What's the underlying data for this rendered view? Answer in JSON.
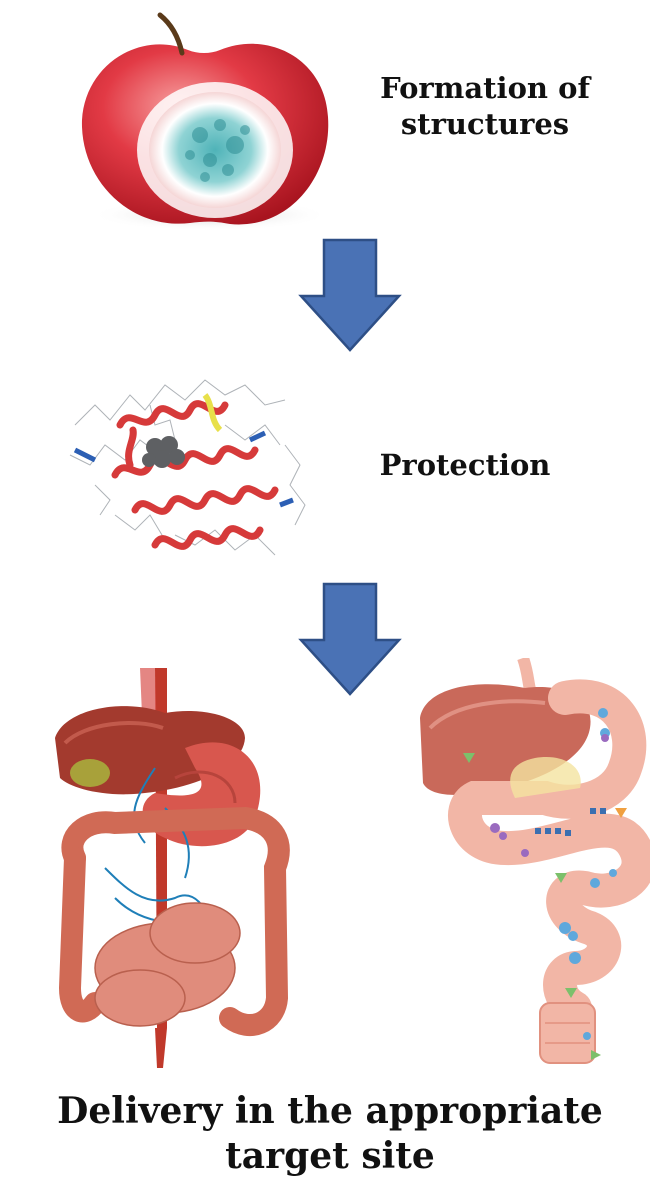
{
  "labels": {
    "formation": "Formation of structures",
    "protection": "Protection",
    "delivery": "Delivery in the appropriate target site"
  },
  "icons": {
    "step1": "apple-capsule-icon",
    "step2": "protein-ribbon-icon",
    "step3a": "digestive-system-icon",
    "step3b": "gut-target-site-icon",
    "arrow": "down-arrow-icon"
  },
  "colors": {
    "arrow_fill": "#4a72b5",
    "arrow_stroke": "#2e4f86",
    "apple_red": "#d8283a",
    "helix_red": "#d63a3a",
    "organ_red": "#b8453a",
    "gut_pink": "#f2b6a6"
  }
}
